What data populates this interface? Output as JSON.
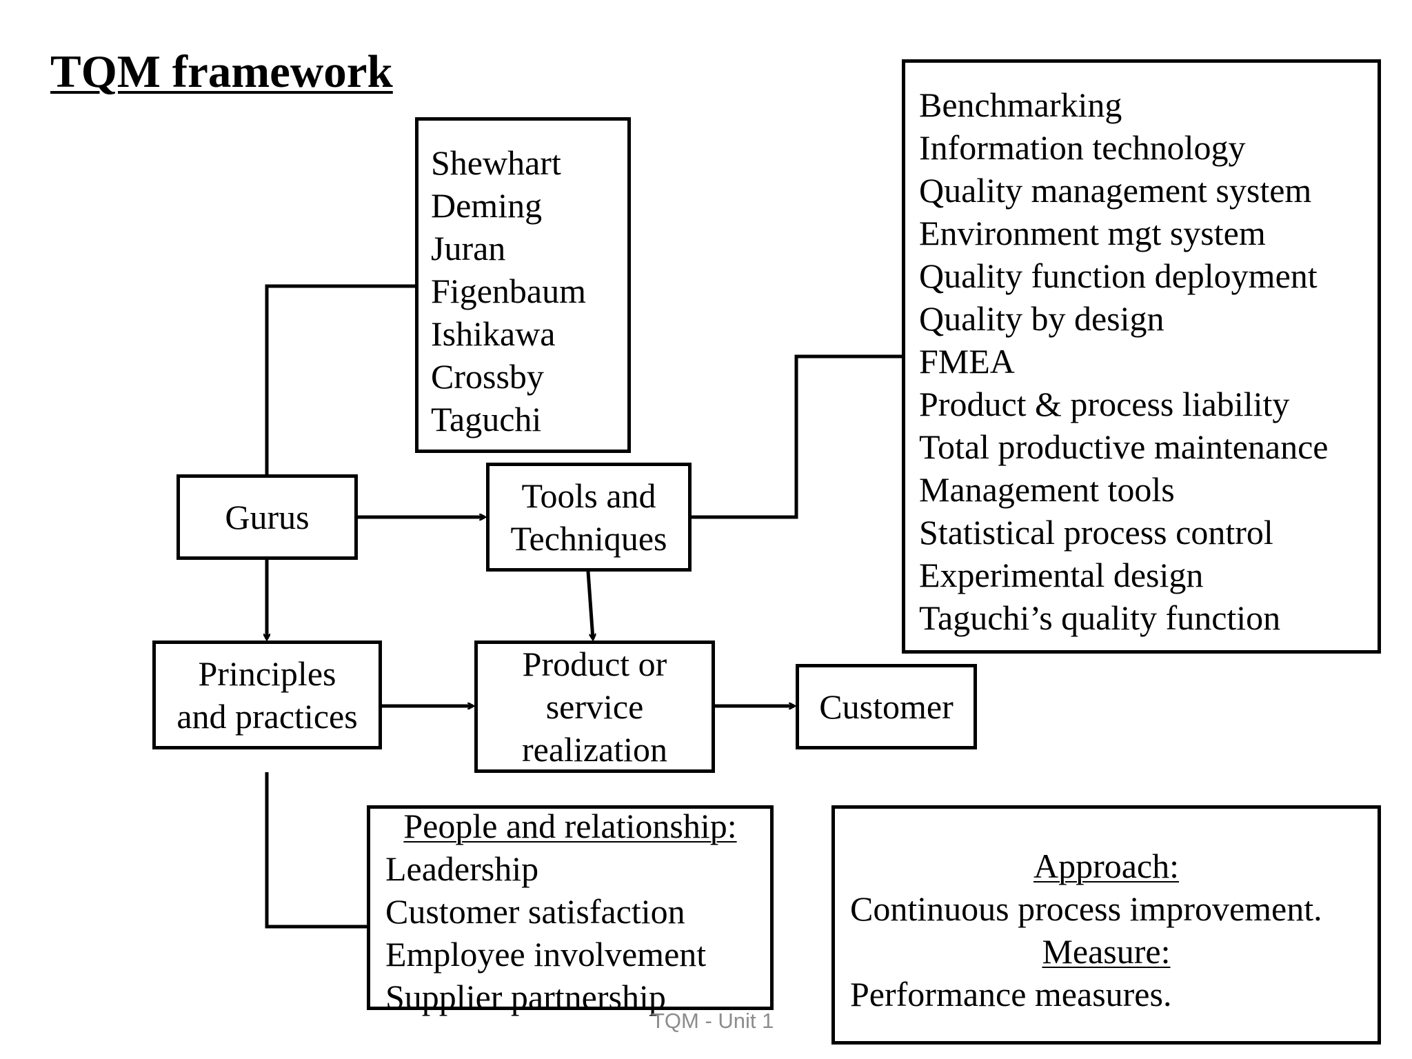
{
  "title": "TQM framework",
  "nodes": {
    "gurus_list": [
      "Shewhart",
      "Deming",
      "Juran",
      "Figenbaum",
      "Ishikawa",
      "Crossby",
      "Taguchi"
    ],
    "tools_list": [
      "Benchmarking",
      "Information technology",
      "Quality management system",
      "Environment mgt system",
      "Quality function deployment",
      "Quality by design",
      "FMEA",
      "Product & process liability",
      "Total productive maintenance",
      "Management tools",
      "Statistical process control",
      "Experimental design",
      "Taguchi’s quality function"
    ],
    "gurus": "Gurus",
    "tools_line1": "Tools and",
    "tools_line2": "Techniques",
    "principles_line1": "Principles",
    "principles_line2": "and practices",
    "product_line1": "Product or",
    "product_line2": "service",
    "product_line3": "realization",
    "customer": "Customer",
    "people_heading": "People and relationship:",
    "people_list": [
      "Leadership",
      "Customer satisfaction",
      "Employee involvement",
      "Supplier partnership"
    ],
    "approach_heading": "Approach:",
    "approach_text": "Continuous process improvement.",
    "measure_heading": "Measure:",
    "measure_text": "Performance measures."
  },
  "footer": "TQM - Unit 1"
}
